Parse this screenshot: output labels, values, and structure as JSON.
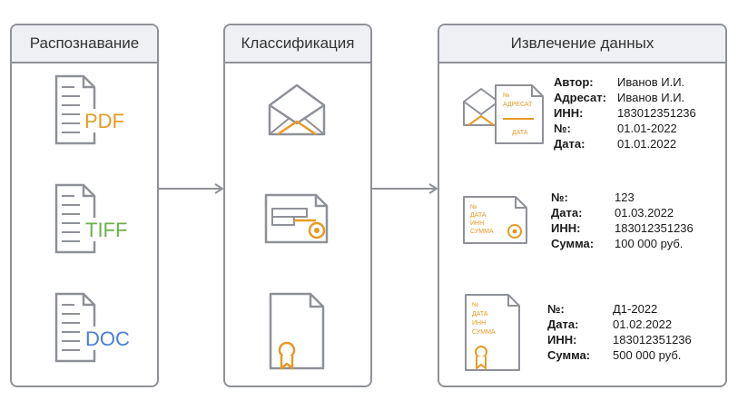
{
  "panels": {
    "recognition": {
      "title": "Распознавание"
    },
    "classification": {
      "title": "Классификация"
    },
    "extraction": {
      "title": "Извлечение данных"
    }
  },
  "formats": [
    {
      "label": "PDF",
      "color": "#e69a26"
    },
    {
      "label": "TIFF",
      "color": "#6ab04c"
    },
    {
      "label": "DOC",
      "color": "#4a7fd4"
    }
  ],
  "colors": {
    "accent": "#e69a26",
    "stroke": "#8e9197",
    "header_bg": "#eef0f3"
  },
  "icons": {
    "classification": [
      "envelope-icon",
      "card-icon",
      "certificate-icon"
    ],
    "documents": [
      "file-icon",
      "envelope-icon",
      "card-icon",
      "certificate-icon"
    ]
  },
  "letter_doc": {
    "texts": {
      "no": "№",
      "addressee": "АДРЕСАТ",
      "date": "ДАТА"
    },
    "fields": [
      {
        "key": "Автор:",
        "value": "Иванов И.И."
      },
      {
        "key": "Адресат:",
        "value": "Иванов И.И."
      },
      {
        "key": "ИНН:",
        "value": "183012351236"
      },
      {
        "key": "№:",
        "value": "01.01-2022"
      },
      {
        "key": "Дата:",
        "value": "01.01.2022"
      }
    ]
  },
  "invoice_doc": {
    "texts": {
      "no": "№",
      "date": "ДАТА",
      "inn": "ИНН",
      "sum": "СУММА"
    },
    "fields": [
      {
        "key": "№:",
        "value": "123"
      },
      {
        "key": "Дата:",
        "value": "01.03.2022"
      },
      {
        "key": "ИНН:",
        "value": "183012351236"
      },
      {
        "key": "Сумма:",
        "value": "100 000 руб."
      }
    ]
  },
  "contract_doc": {
    "texts": {
      "no": "№",
      "date": "ДАТА",
      "inn": "ИНН",
      "sum": "СУММА"
    },
    "fields": [
      {
        "key": "№:",
        "value": "Д1-2022"
      },
      {
        "key": "Дата:",
        "value": "01.02.2022"
      },
      {
        "key": "ИНН:",
        "value": "183012351236"
      },
      {
        "key": "Сумма:",
        "value": "500 000 руб."
      }
    ]
  }
}
